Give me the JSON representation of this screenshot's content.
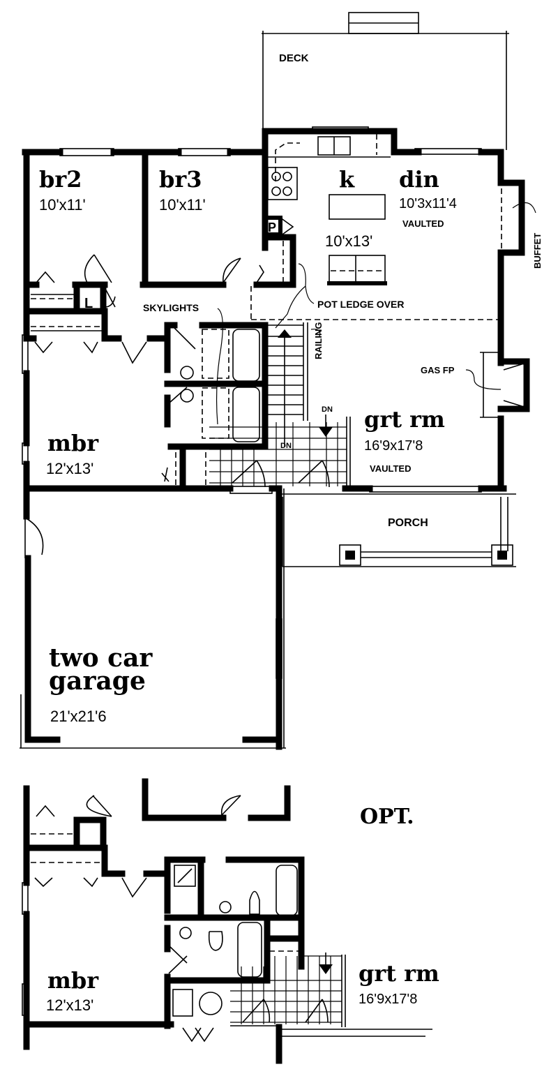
{
  "plan": {
    "main": {
      "deck": {
        "label": "DECK"
      },
      "br2": {
        "name": "br2",
        "size": "10'x11'"
      },
      "br3": {
        "name": "br3",
        "size": "10'x11'"
      },
      "kitchen": {
        "name": "k",
        "size": "10'x13'"
      },
      "dining": {
        "name": "din",
        "size": "10'3x11'4",
        "note": "VAULTED"
      },
      "buffet": {
        "label": "BUFFET"
      },
      "pantry": {
        "label": "P"
      },
      "laundry": {
        "label": "L"
      },
      "skylights": {
        "label": "SKYLIGHTS"
      },
      "pot_ledge": {
        "label": "POT LEDGE OVER"
      },
      "railing": {
        "label": "RAILING"
      },
      "gas_fp": {
        "label": "GAS FP"
      },
      "stairs": {
        "dn1": "DN",
        "dn2": "DN"
      },
      "great_room": {
        "name": "grt rm",
        "size": "16'9x17'8",
        "note": "VAULTED"
      },
      "mbr": {
        "name": "mbr",
        "size": "12'x13'"
      },
      "porch": {
        "label": "PORCH"
      },
      "garage": {
        "name_line1": "two car",
        "name_line2": "garage",
        "size": "21'x21'6"
      }
    },
    "optional": {
      "title": "OPT.",
      "mbr": {
        "name": "mbr",
        "size": "12'x13'"
      },
      "great_room": {
        "name": "grt rm",
        "size": "16'9x17'8"
      }
    }
  }
}
